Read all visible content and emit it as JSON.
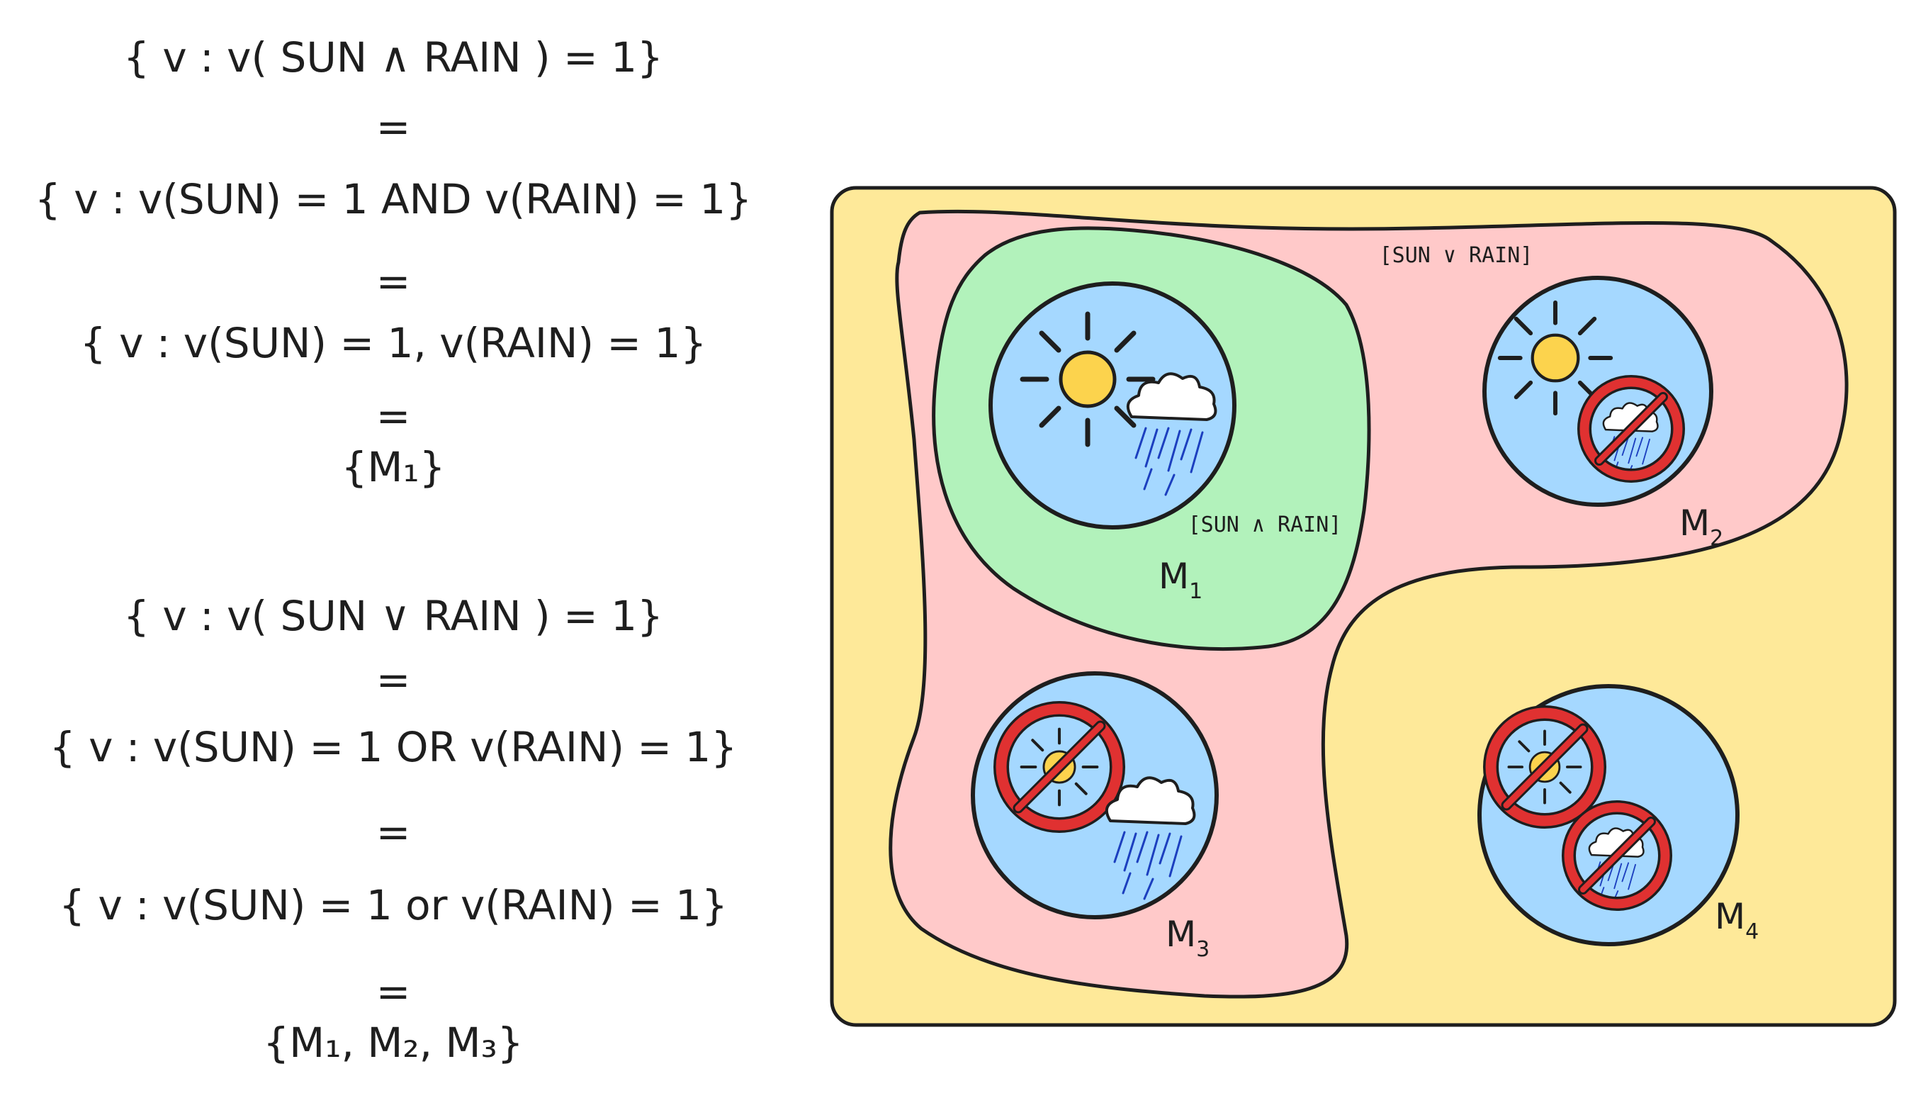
{
  "equations": {
    "conj": [
      "{ v : v( SUN ∧ RAIN ) = 1}",
      "=",
      "{ v : v(SUN) = 1 AND v(RAIN) = 1}",
      "=",
      "{ v : v(SUN) = 1, v(RAIN) = 1}",
      "=",
      "{M₁}"
    ],
    "disj": [
      "{ v : v( SUN ∨ RAIN ) = 1}",
      "=",
      "{ v : v(SUN) = 1 OR v(RAIN) = 1}",
      "=",
      "{ v : v(SUN) = 1 or v(RAIN) = 1}",
      "=",
      "{M₁, M₂, M₃}"
    ]
  },
  "diagram": {
    "region_or_label": "[SUN ∨ RAIN]",
    "region_and_label": "[SUN ∧ RAIN]",
    "models": [
      {
        "name": "M",
        "sub": "1",
        "sun": true,
        "rain": true
      },
      {
        "name": "M",
        "sub": "2",
        "sun": true,
        "rain": false
      },
      {
        "name": "M",
        "sub": "3",
        "sun": false,
        "rain": true
      },
      {
        "name": "M",
        "sub": "4",
        "sun": false,
        "rain": false
      }
    ],
    "colors": {
      "universe": "#fee999",
      "or_region": "#ffc9c9",
      "and_region": "#b2f2bb",
      "model": "#a5d8ff",
      "sun": "#fcd34d",
      "prohibition": "#e03131",
      "rain": "#1c3fbf",
      "outline": "#1e1e1e"
    }
  }
}
